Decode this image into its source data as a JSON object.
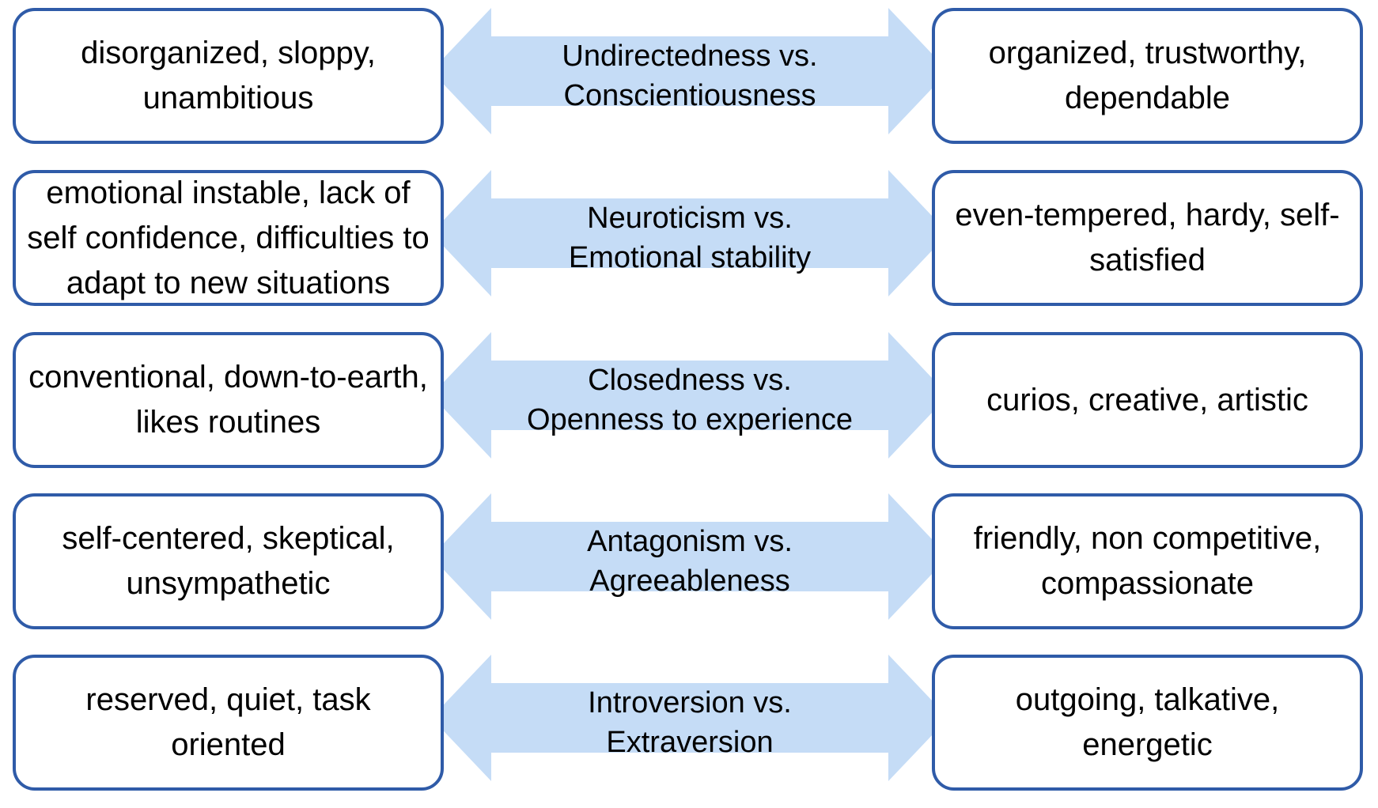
{
  "colors": {
    "box_border": "#2f5ba8",
    "arrow_fill": "#c5dcf6"
  },
  "rows": [
    {
      "left_text": "disorganized, sloppy, unambitious",
      "label_line1": "Undirectedness vs.",
      "label_line2": "Conscientiousness",
      "right_text": "organized, trustworthy, dependable"
    },
    {
      "left_text": "emotional instable, lack of self confidence, difficulties to adapt to new situations",
      "label_line1": "Neuroticism vs.",
      "label_line2": "Emotional stability",
      "right_text": "even-tempered, hardy, self-satisfied"
    },
    {
      "left_text": "conventional, down-to-earth, likes routines",
      "label_line1": "Closedness vs.",
      "label_line2": "Openness to experience",
      "right_text": "curios, creative, artistic"
    },
    {
      "left_text": "self-centered, skeptical, unsympathetic",
      "label_line1": "Antagonism vs.",
      "label_line2": "Agreeableness",
      "right_text": "friendly, non competitive, compassionate"
    },
    {
      "left_text": "reserved, quiet, task oriented",
      "label_line1": "Introversion vs.",
      "label_line2": "Extraversion",
      "right_text": "outgoing, talkative, energetic"
    }
  ]
}
